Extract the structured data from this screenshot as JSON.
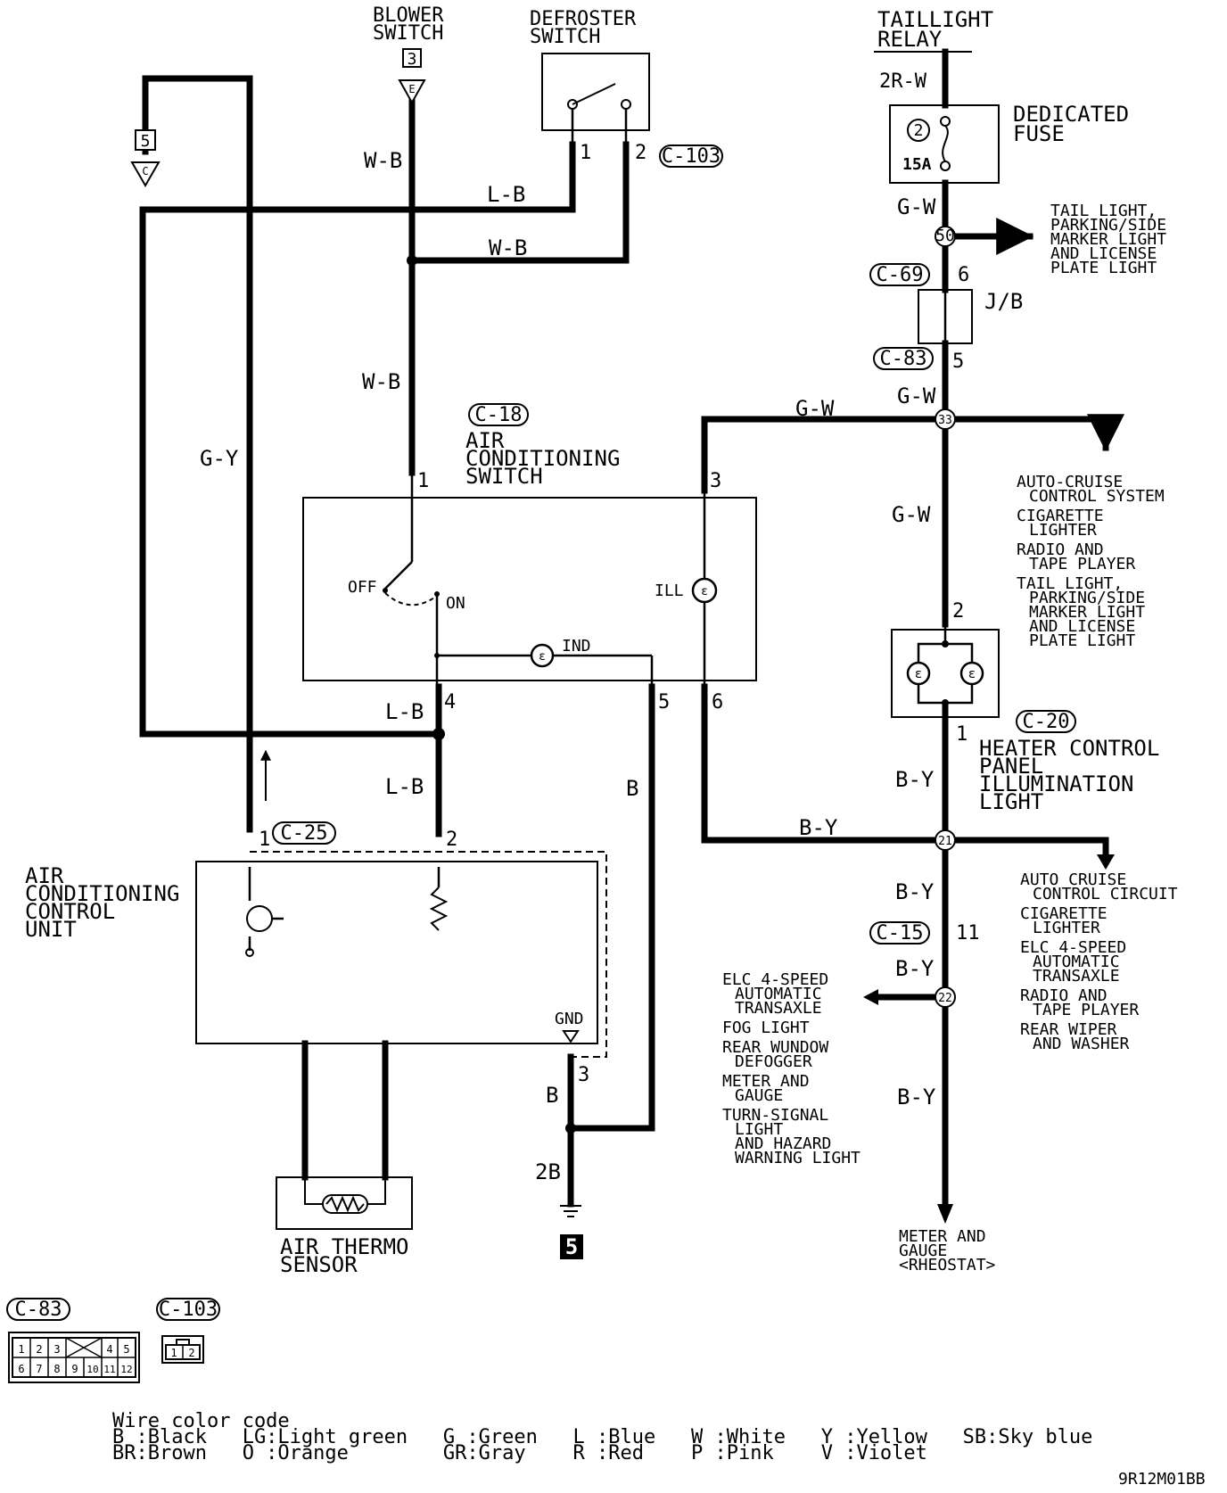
{
  "components": {
    "blower_switch": {
      "name_line1": "BLOWER",
      "name_line2": "SWITCH",
      "ref": "3",
      "terminal": "E"
    },
    "defroster_switch": {
      "name_line1": "DEFROSTER",
      "name_line2": "SWITCH",
      "connector": "C-103",
      "pin1": "1",
      "pin2": "2"
    },
    "taillight_relay": {
      "name_line1": "TAILLIGHT",
      "name_line2": "RELAY"
    },
    "dedicated_fuse": {
      "name_line1": "DEDICATED",
      "name_line2": "FUSE",
      "number": "2",
      "rating": "15A"
    },
    "jb": {
      "label": "J/B",
      "top_connector": "C-69",
      "top_pin": "6",
      "bottom_connector": "C-83",
      "bottom_pin": "5"
    },
    "ac_switch": {
      "connector": "C-18",
      "name_line1": "AIR",
      "name_line2": "CONDITIONING",
      "name_line3": "SWITCH",
      "off_label": "OFF",
      "on_label": "ON",
      "ill_label": "ILL",
      "ind_label": "IND",
      "pin1": "1",
      "pin3": "3",
      "pin4": "4",
      "pin5": "5",
      "pin6": "6"
    },
    "heater_panel": {
      "connector": "C-20",
      "name_line1": "HEATER CONTROL",
      "name_line2": "PANEL",
      "name_line3": "ILLUMINATION",
      "name_line4": "LIGHT",
      "pin_top": "2",
      "pin_bottom": "1"
    },
    "ac_control_unit": {
      "connector": "C-25",
      "name_line1": "AIR",
      "name_line2": "CONDITIONING",
      "name_line3": "CONTROL",
      "name_line4": "UNIT",
      "pin1": "1",
      "pin2": "2",
      "pin3": "3",
      "gnd_label": "GND"
    },
    "air_thermo_sensor": {
      "name_line1": "AIR THERMO",
      "name_line2": "SENSOR"
    },
    "ground": {
      "ref": "5",
      "wire": "2B"
    },
    "ref5_tag": {
      "ref": "5",
      "terminal": "C"
    },
    "c15": {
      "connector": "C-15",
      "pin": "11"
    }
  },
  "wires": {
    "w_b": "W-B",
    "l_b": "L-B",
    "g_y": "G-Y",
    "g_w": "G-W",
    "b_y": "B-Y",
    "b": "B",
    "r2_w": "2R-W"
  },
  "junctions": {
    "j50": "50",
    "j33": "33",
    "j21": "21",
    "j22": "22"
  },
  "destinations": {
    "tail_light": [
      "TAIL LIGHT,",
      "PARKING/SIDE",
      "MARKER LIGHT",
      "AND LICENSE",
      "PLATE LIGHT"
    ],
    "list_j33": [
      [
        "AUTO-CRUISE",
        "CONTROL SYSTEM"
      ],
      [
        "CIGARETTE",
        "LIGHTER"
      ],
      [
        "RADIO AND",
        "TAPE PLAYER"
      ],
      [
        "TAIL LIGHT,",
        "PARKING/SIDE",
        "MARKER LIGHT",
        "AND LICENSE",
        "PLATE LIGHT"
      ]
    ],
    "list_j21": [
      [
        "AUTO CRUISE",
        "CONTROL CIRCUIT"
      ],
      [
        "CIGARETTE",
        "LIGHTER"
      ],
      [
        "ELC 4-SPEED",
        "AUTOMATIC",
        "TRANSAXLE"
      ],
      [
        "RADIO AND",
        "TAPE PLAYER"
      ],
      [
        "REAR WIPER",
        "AND WASHER"
      ]
    ],
    "list_j22": [
      [
        "ELC 4-SPEED",
        "AUTOMATIC",
        "TRANSAXLE"
      ],
      [
        "FOG LIGHT"
      ],
      [
        "REAR WUNDOW",
        "DEFOGGER"
      ],
      [
        "METER AND",
        "GAUGE"
      ],
      [
        "TURN-SIGNAL",
        "LIGHT",
        "AND HAZARD",
        "WARNING LIGHT"
      ]
    ],
    "meter": [
      "METER AND",
      "GAUGE",
      "<RHEOSTAT>"
    ]
  },
  "connector_views": {
    "c83": {
      "label": "C-83",
      "top_row": [
        "1",
        "2",
        "3",
        "4",
        "5"
      ],
      "bottom_row": [
        "6",
        "7",
        "8",
        "9",
        "10",
        "11",
        "12"
      ]
    },
    "c103": {
      "label": "C-103",
      "pins": [
        "1",
        "2"
      ]
    }
  },
  "color_code": {
    "title": "Wire color code",
    "row1": "B :Black   LG:Light green   G :Green   L :Blue   W :White   Y :Yellow   SB:Sky blue",
    "row2": "BR:Brown   O :Orange        GR:Gray    R :Red    P :Pink    V :Violet"
  },
  "figure_id": "9R12M01BB"
}
